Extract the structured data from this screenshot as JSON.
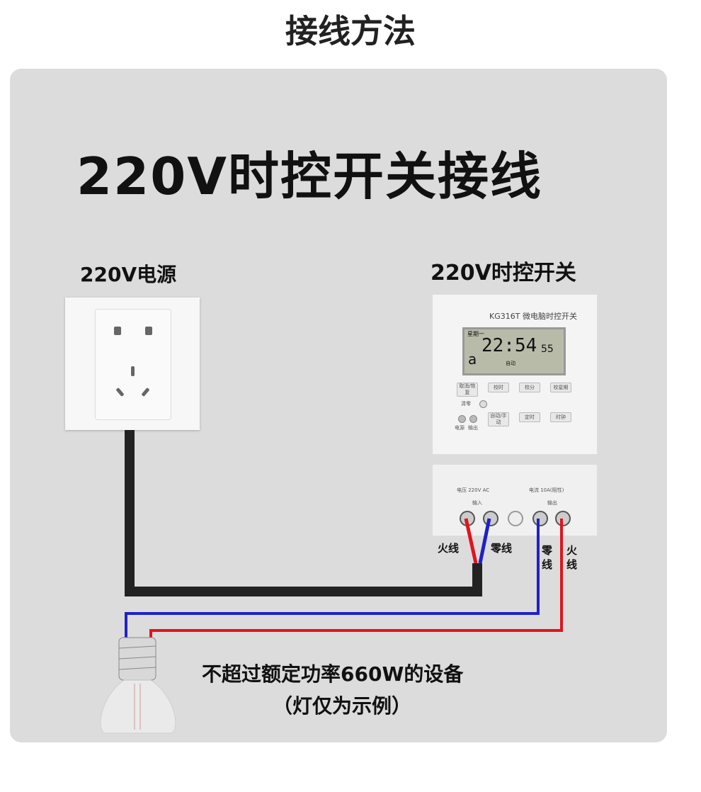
{
  "title": "接线方法",
  "heading": "220V时控开关接线",
  "power_label": "220V电源",
  "device_label": "220V时控开关",
  "device": {
    "model": "KG316T 微电脑时控开关",
    "lcd_day": "星期一",
    "lcd_mode": "a",
    "lcd_time": "22:54",
    "lcd_seconds": "55",
    "lcd_status": "自动",
    "buttons": [
      "取消/恢复",
      "校时",
      "校分",
      "校星期",
      "自动/手动",
      "定时",
      "时钟"
    ],
    "reset_label": "清零",
    "led_labels": [
      "电源",
      "输出"
    ],
    "input_spec": "电压 220V AC",
    "input_label": "输入",
    "output_spec": "电流 10A(阻性)",
    "output_label": "输出"
  },
  "wire_labels": {
    "in_live": "火线",
    "in_neutral": "零线",
    "out_neutral": "零线",
    "out_live": "火线"
  },
  "note": "不超过额定功率660W的设备",
  "note_sub": "（灯仅为示例）",
  "colors": {
    "live": "#e0141e",
    "neutral": "#2020c8",
    "cable": "#222222"
  }
}
